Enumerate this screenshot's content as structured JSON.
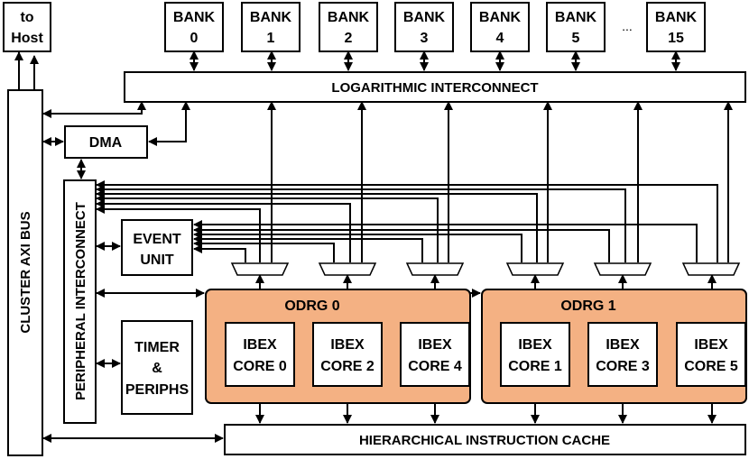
{
  "host": {
    "line1": "to",
    "line2": "Host"
  },
  "banks": [
    {
      "line1": "BANK",
      "line2": "0"
    },
    {
      "line1": "BANK",
      "line2": "1"
    },
    {
      "line1": "BANK",
      "line2": "2"
    },
    {
      "line1": "BANK",
      "line2": "3"
    },
    {
      "line1": "BANK",
      "line2": "4"
    },
    {
      "line1": "BANK",
      "line2": "5"
    },
    {
      "line1": "BANK",
      "line2": "15"
    }
  ],
  "bank_ellipsis": "...",
  "log_interconnect": "LOGARITHMIC INTERCONNECT",
  "dma": "DMA",
  "cluster_axi_bus": "CLUSTER AXI BUS",
  "peripheral_interconnect": "PERIPHERAL INTERCONNECT",
  "event_unit": {
    "line1": "EVENT",
    "line2": "UNIT"
  },
  "timer": {
    "line1": "TIMER",
    "line2": "&",
    "line3": "PERIPHS"
  },
  "odrg": [
    {
      "label": "ODRG 0",
      "cores": [
        {
          "line1": "IBEX",
          "line2": "CORE 0"
        },
        {
          "line1": "IBEX",
          "line2": "CORE 2"
        },
        {
          "line1": "IBEX",
          "line2": "CORE 4"
        }
      ]
    },
    {
      "label": "ODRG 1",
      "cores": [
        {
          "line1": "IBEX",
          "line2": "CORE 1"
        },
        {
          "line1": "IBEX",
          "line2": "CORE 3"
        },
        {
          "line1": "IBEX",
          "line2": "CORE 5"
        }
      ]
    }
  ],
  "instruction_cache": "HIERARCHICAL INSTRUCTION CACHE",
  "colors": {
    "odrg_fill": "#f4b183",
    "line": "#000000",
    "box_fill": "#ffffff"
  }
}
